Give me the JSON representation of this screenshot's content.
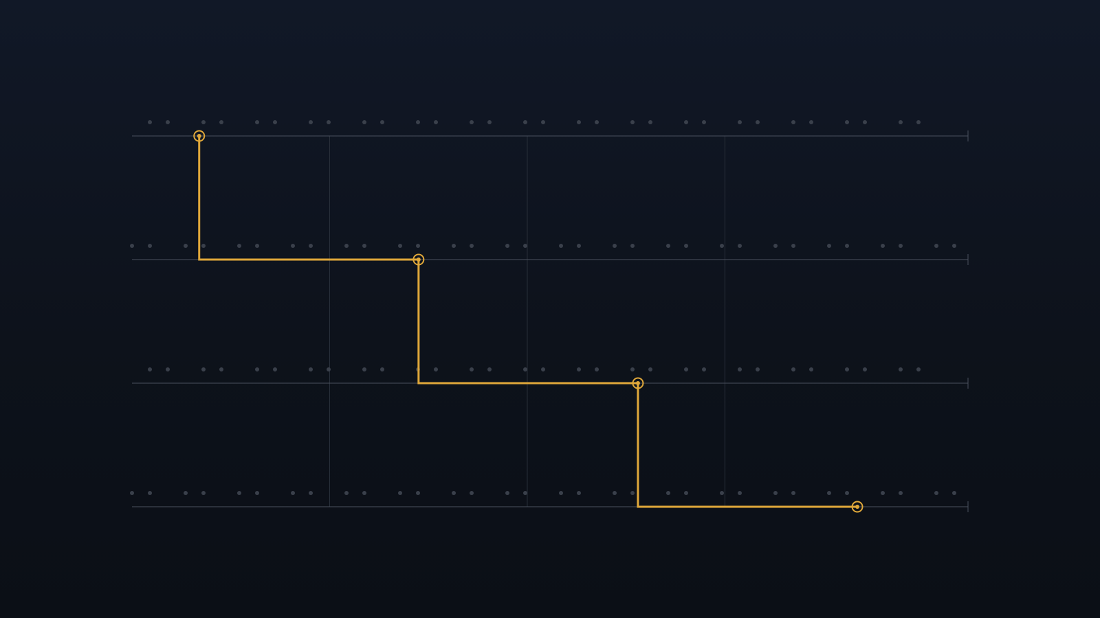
{
  "chart_data": {
    "type": "line",
    "subtype": "step",
    "title": "",
    "xlabel": "",
    "ylabel": "",
    "grid": true,
    "legend": "none",
    "tick_labels_shown": false,
    "levels": 4,
    "x_divisions": 4,
    "series": [
      {
        "points": [
          {
            "x": 0.34,
            "y": 4
          },
          {
            "x": 1.45,
            "y": 3
          },
          {
            "x": 2.56,
            "y": 2
          },
          {
            "x": 3.67,
            "y": 1
          }
        ]
      }
    ],
    "xlim": [
      0,
      4.23
    ],
    "ylim": [
      1,
      4
    ]
  },
  "colors": {
    "background": "#0e131c",
    "grid": "#2a303b",
    "axis": "#4a515e",
    "dots": "#3a404b",
    "line": "#e0a83a"
  }
}
